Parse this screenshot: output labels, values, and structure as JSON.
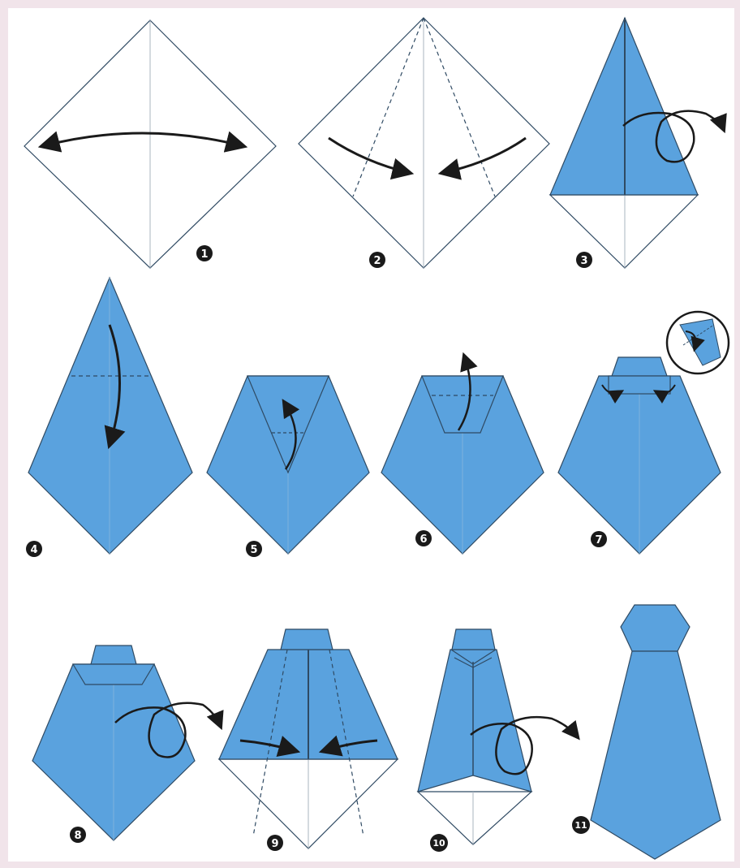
{
  "diagram": {
    "colors": {
      "page_border": "#f1e4ea",
      "paper_background": "#ffffff",
      "paper_blue": "#5aa2de",
      "paper_white": "#ffffff",
      "line": "#2f4a63",
      "arrow": "#1a1a1a",
      "badge": "#1a1a1a",
      "badge_text": "#ffffff"
    },
    "steps": [
      {
        "number": "1"
      },
      {
        "number": "2"
      },
      {
        "number": "3"
      },
      {
        "number": "4"
      },
      {
        "number": "5"
      },
      {
        "number": "6"
      },
      {
        "number": "7"
      },
      {
        "number": "8"
      },
      {
        "number": "9"
      },
      {
        "number": "10"
      },
      {
        "number": "11"
      }
    ]
  }
}
